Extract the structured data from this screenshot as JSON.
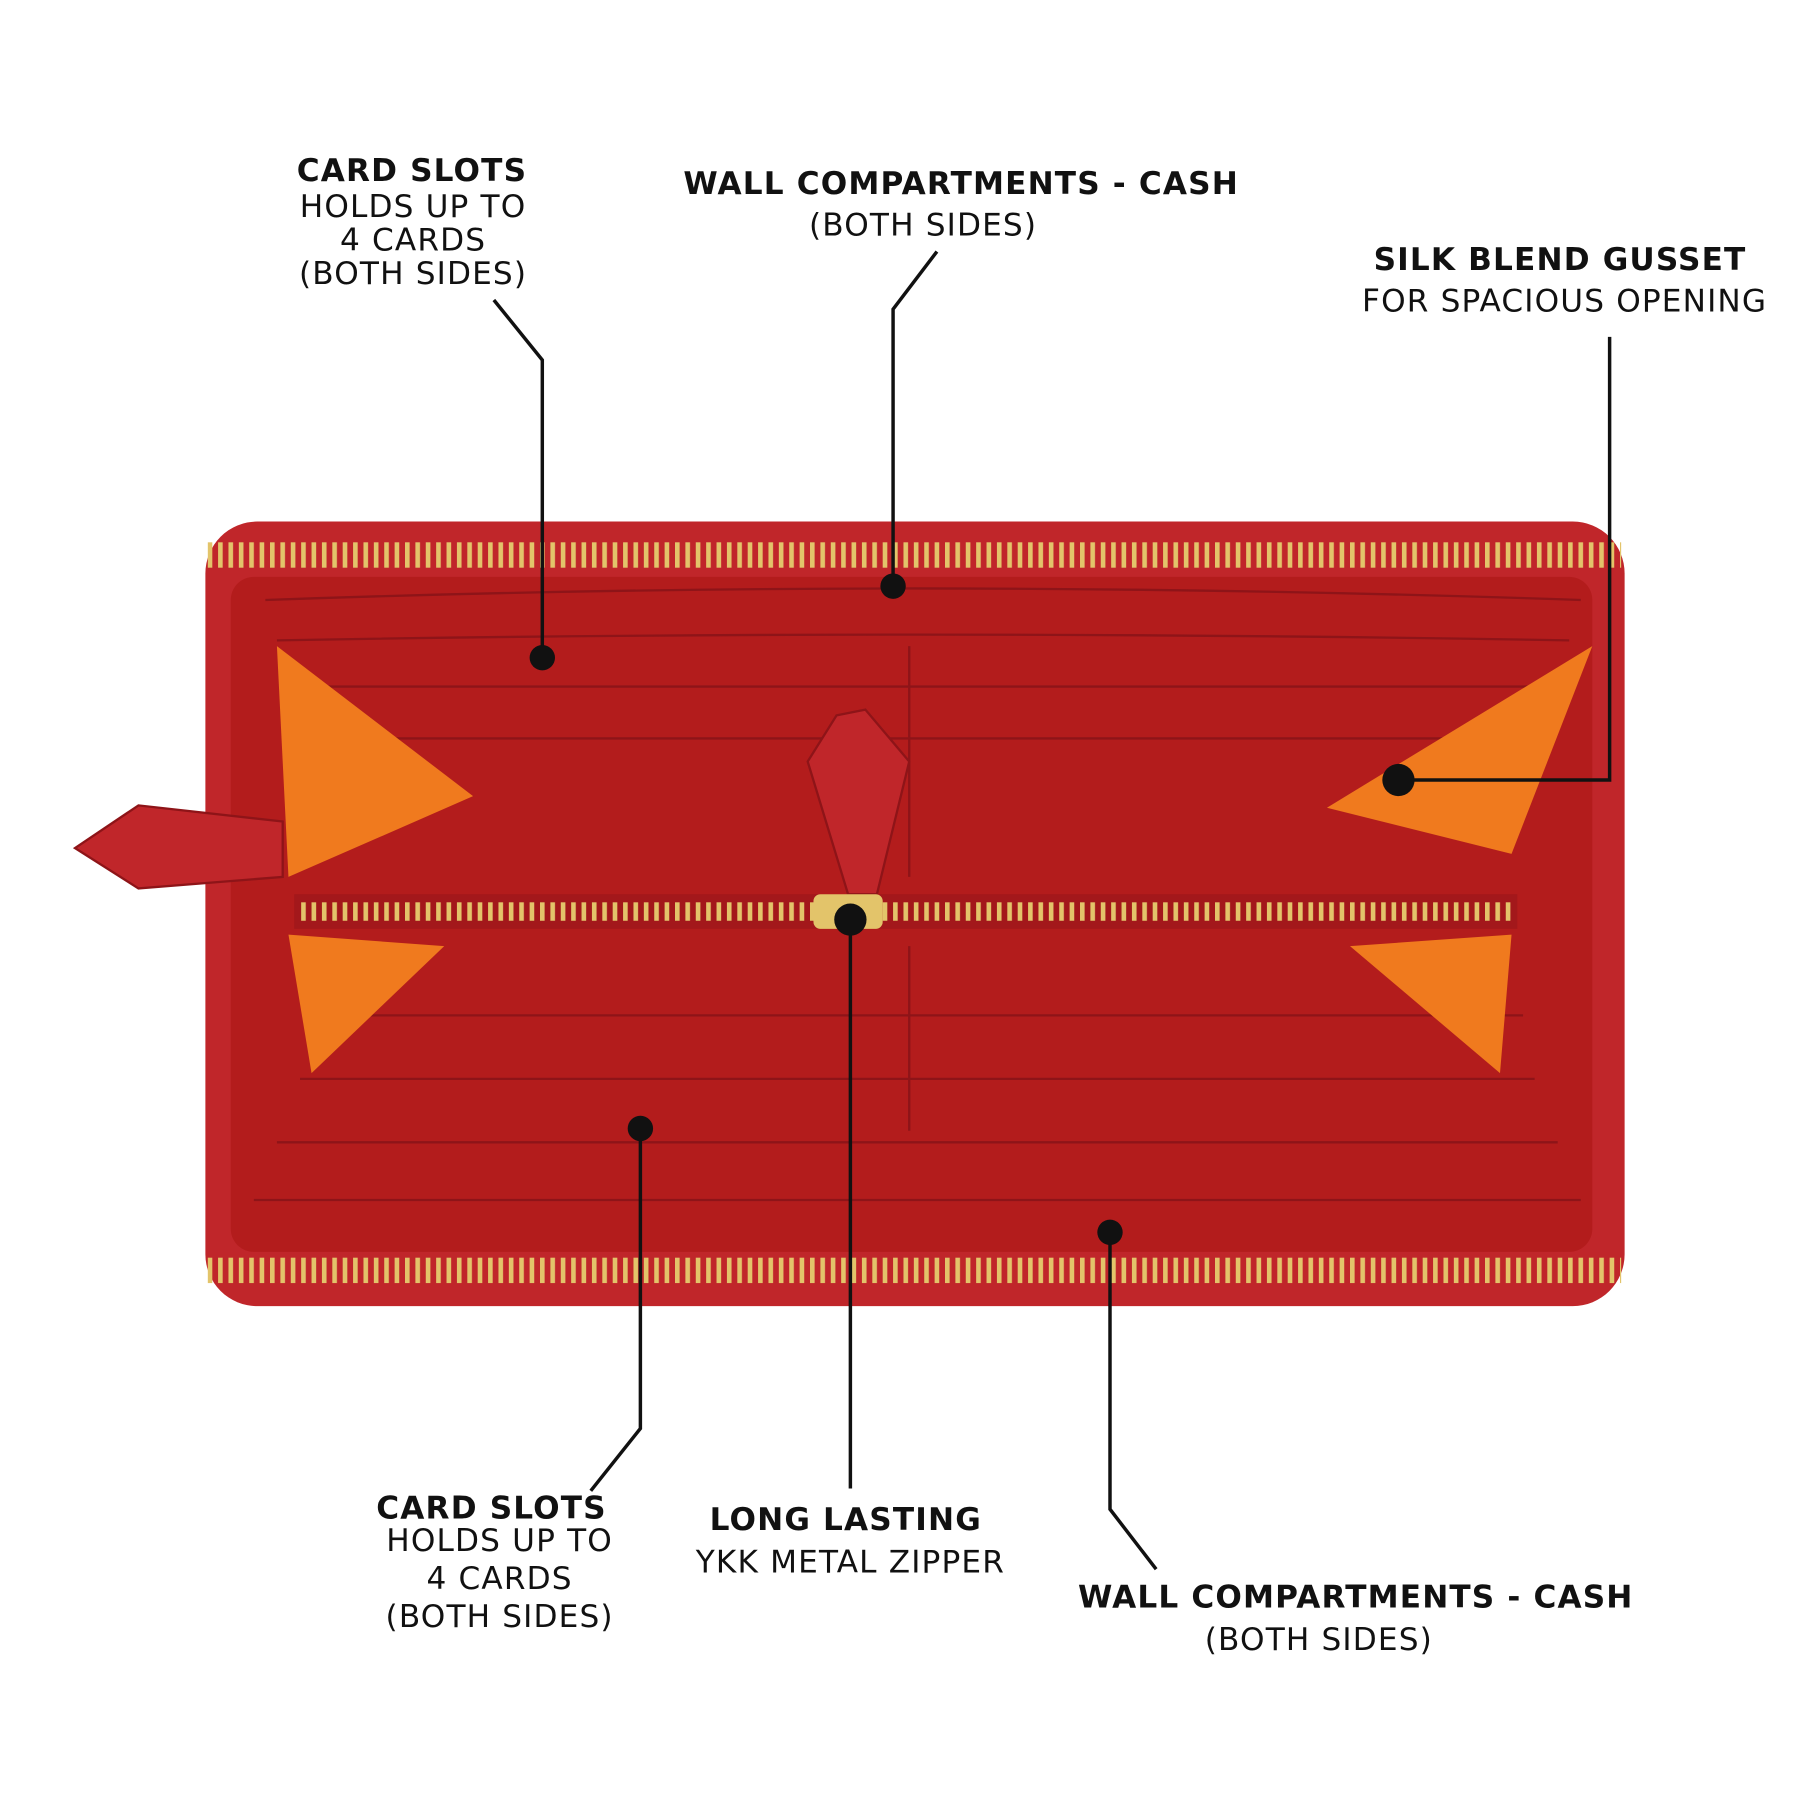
{
  "colors": {
    "leather": "#c0262a",
    "leather_dark": "#8e1418",
    "interior": "#b31c1c",
    "gusset": "#f07a1e",
    "zipper": "#e3c46a"
  },
  "callouts": [
    {
      "title": "CARD SLOTS",
      "lines": [
        "HOLDS UP TO",
        "4 CARDS",
        "(BOTH SIDES)"
      ]
    },
    {
      "title": "WALL COMPARTMENTS - CASH",
      "lines": [
        "(BOTH SIDES)"
      ]
    },
    {
      "title": "SILK BLEND GUSSET",
      "lines": [
        "FOR SPACIOUS OPENING"
      ]
    },
    {
      "title": "CARD SLOTS",
      "lines": [
        "HOLDS UP TO",
        "4 CARDS",
        "(BOTH SIDES)"
      ]
    },
    {
      "title": "LONG LASTING",
      "lines": [
        "YKK METAL ZIPPER"
      ]
    },
    {
      "title": "WALL COMPARTMENTS - CASH",
      "lines": [
        "(BOTH SIDES)"
      ]
    }
  ]
}
